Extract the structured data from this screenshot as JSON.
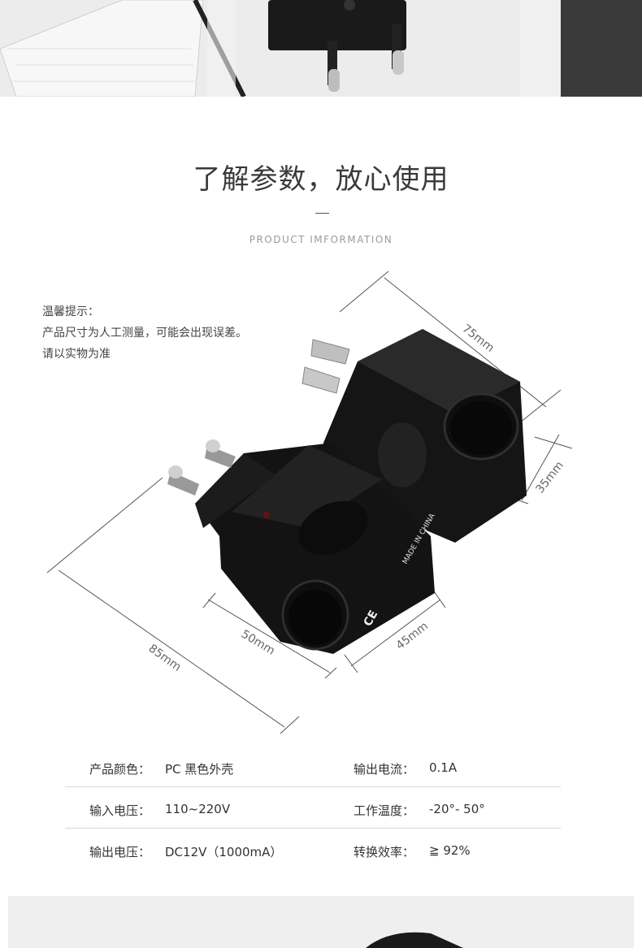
{
  "header": {
    "title": "了解参数，放心使用",
    "subtitle": "PRODUCT  IMFORMATION"
  },
  "notice": {
    "line1": "温馨提示：",
    "line2": "产品尺寸为人工测量，可能会出现误差。",
    "line3": "请以实物为准"
  },
  "dimensions": {
    "top_length": "75mm",
    "right_height": "35mm",
    "bottom_length": "85mm",
    "front_width": "50mm",
    "front_depth": "45mm"
  },
  "product_markings": {
    "made_in": "MADE IN CHINA",
    "ce": "CE"
  },
  "specs": [
    {
      "label1": "产品颜色：",
      "value1": "PC 黑色外壳",
      "label2": "输出电流：",
      "value2": "0.1A"
    },
    {
      "label1": "输入电压：",
      "value1": "110~220V",
      "label2": "工作温度：",
      "value2": "-20°- 50°"
    },
    {
      "label1": "输出电压：",
      "value1": "DC12V（1000mA）",
      "label2": "转换效率：",
      "value2": "≧ 92%"
    }
  ],
  "colors": {
    "product": "#141414",
    "text": "#333333",
    "divider": "#d8d8d8"
  }
}
